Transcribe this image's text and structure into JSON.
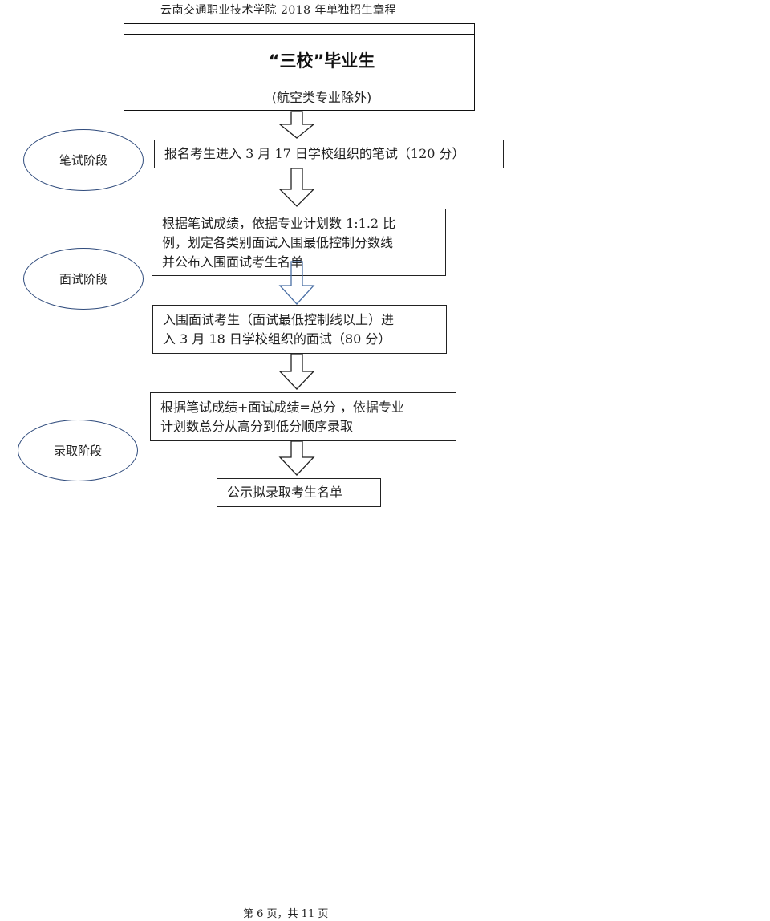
{
  "header": {
    "title": "云南交通职业技术学院 2018 年单独招生章程"
  },
  "top_table": {
    "title": "“三校”毕业生",
    "subtitle": "(航空类专业除外)"
  },
  "stages": [
    {
      "label": "笔试阶段"
    },
    {
      "label": "面试阶段"
    },
    {
      "label": "录取阶段"
    }
  ],
  "steps": [
    {
      "lines": [
        "报名考生进入 3 月 17 日学校组织的笔试（120 分）"
      ]
    },
    {
      "lines": [
        "根据笔试成绩，依据专业计划数 1:1.2 比",
        "例，划定各类别面试入围最低控制分数线",
        "并公布入围面试考生名单"
      ]
    },
    {
      "lines": [
        "入围面试考生（面试最低控制线以上）进",
        "入 3 月 18 日学校组织的面试（80 分）"
      ]
    },
    {
      "lines": [
        "根据笔试成绩+面试成绩=总分 ，依据专业",
        "计划数总分从高分到低分顺序录取"
      ]
    },
    {
      "lines": [
        "公示拟录取考生名单"
      ]
    }
  ],
  "colors": {
    "ellipse_border": "#2f4b7c",
    "arrow_default": "#222222",
    "arrow_highlight": "#4a6fa5"
  },
  "footer": {
    "page_info": "第 6 页，共 11 页"
  }
}
